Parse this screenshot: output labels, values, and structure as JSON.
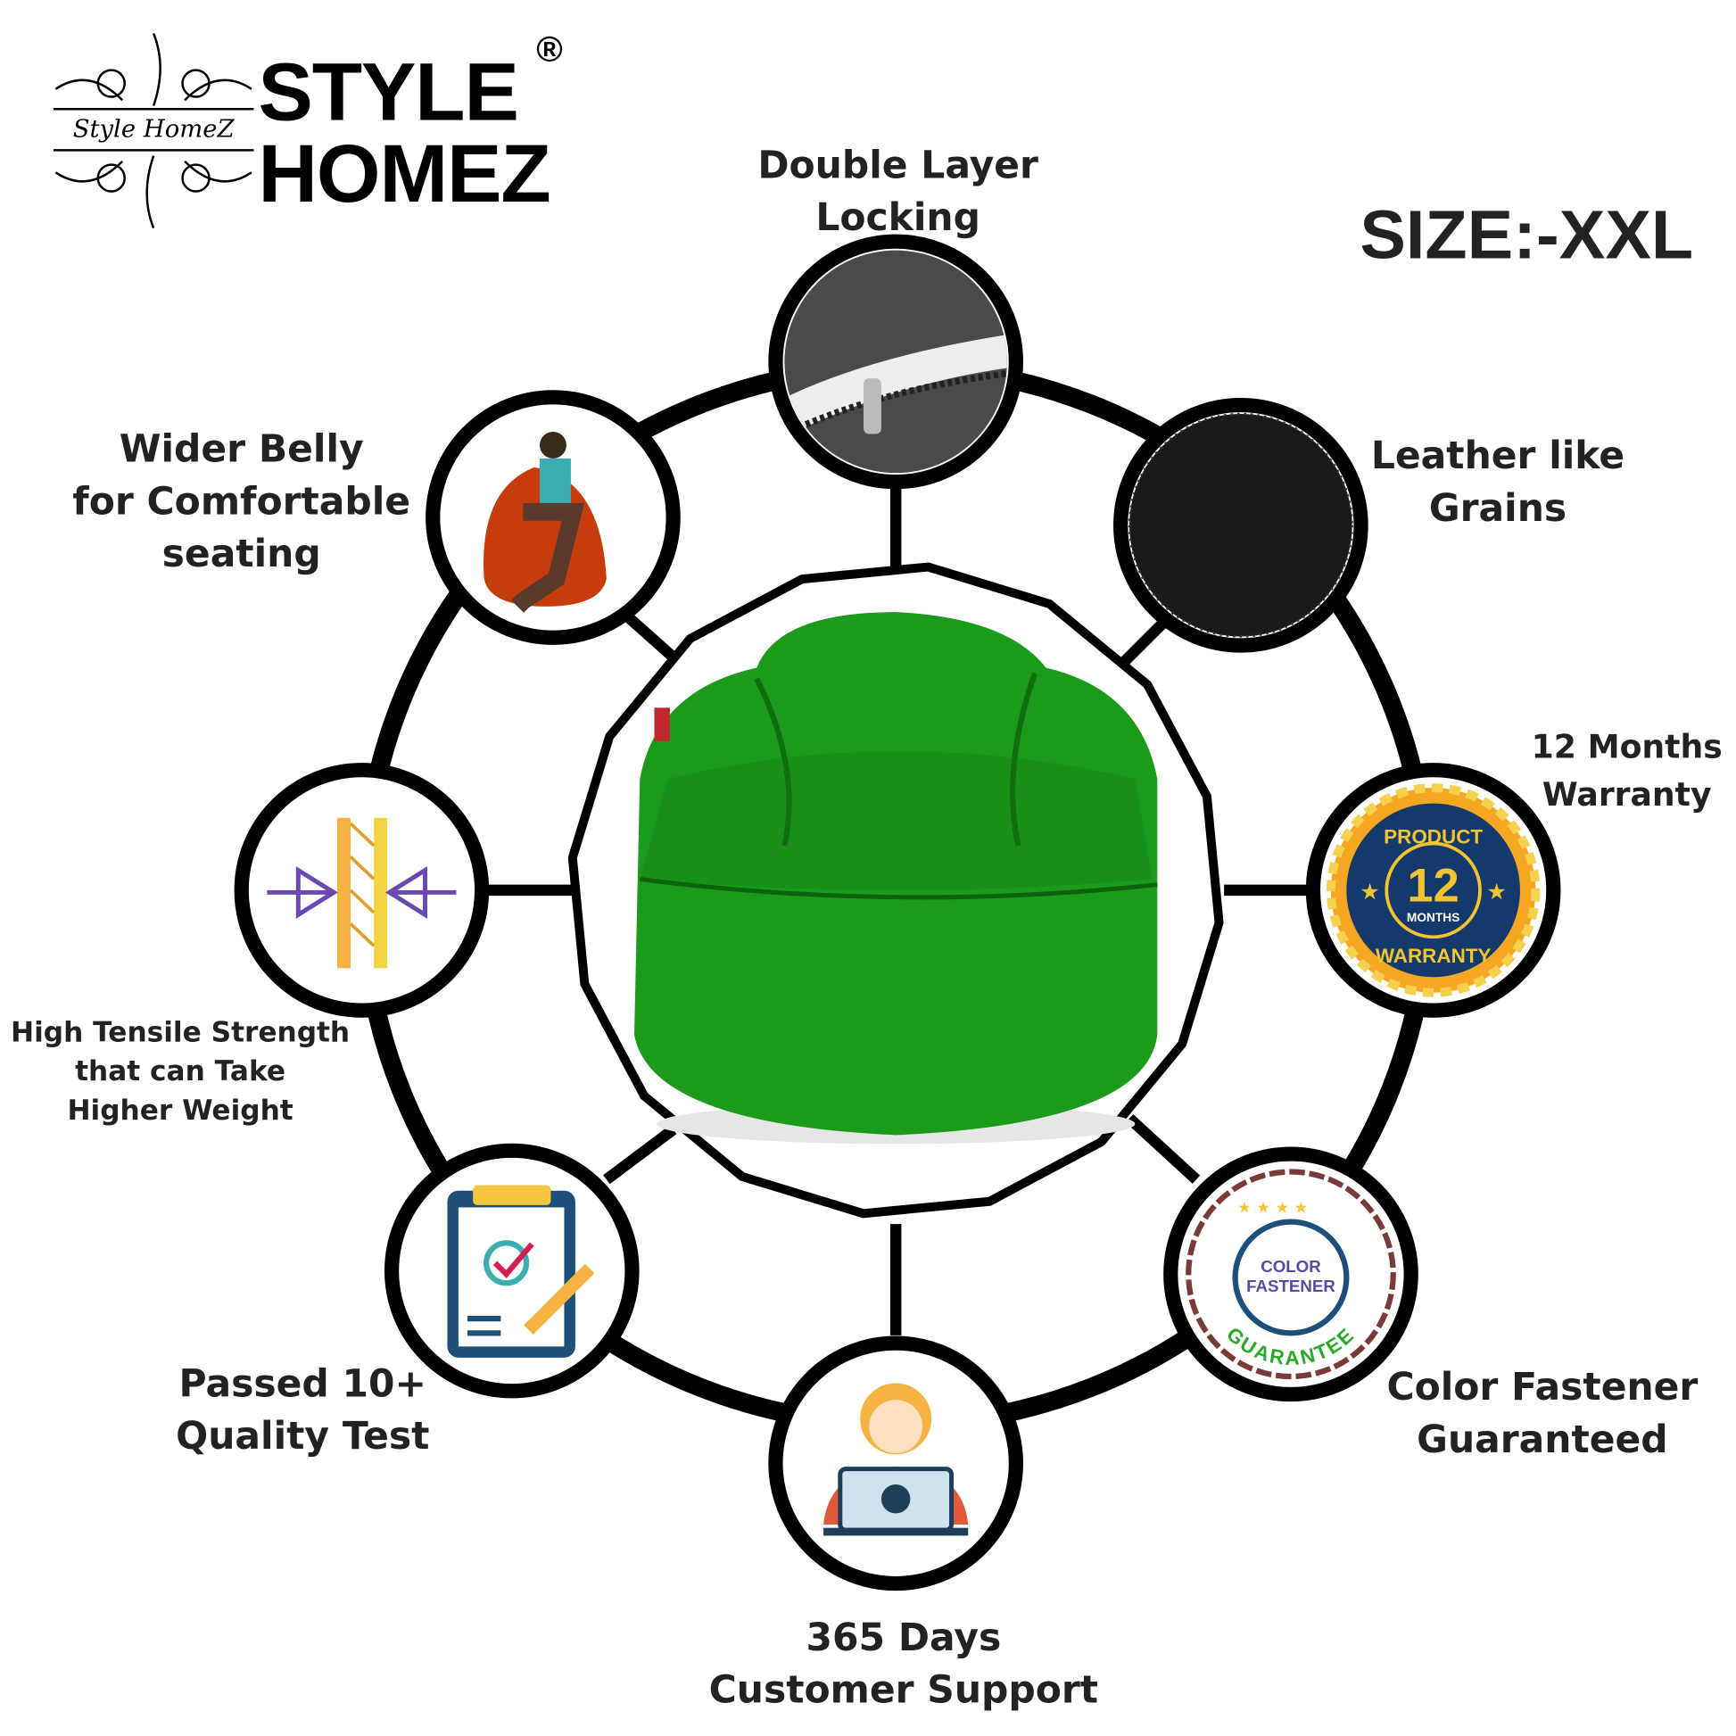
{
  "brand": {
    "line1": "STYLE",
    "line2": "HOMEZ",
    "registered": "®",
    "emblem_text": "Style HomeZ"
  },
  "size_label": "SIZE:-XXL",
  "features": {
    "top": [
      "Double Layer",
      "Locking"
    ],
    "top_left": [
      "Wider Belly",
      "for Comfortable",
      "seating"
    ],
    "top_right": [
      "Leather like",
      "Grains"
    ],
    "right": [
      "12 Months",
      "Warranty"
    ],
    "left": [
      "High Tensile Strength",
      "that can Take",
      "Higher Weight"
    ],
    "bottom_left": [
      "Passed 10+",
      "Quality Test"
    ],
    "bottom_right": [
      "Color Fastener",
      "Guaranteed"
    ],
    "bottom": [
      "365 Days",
      "Customer Support"
    ]
  },
  "warranty_badge": {
    "top": "PRODUCT",
    "number": "12",
    "unit": "MONTHS",
    "bottom": "WARRANTY"
  },
  "color_badge": {
    "line1": "COLOR",
    "line2": "FASTENER",
    "arc": "GUARANTEE"
  },
  "colors": {
    "product_green": "#1c9a1c",
    "badge_navy": "#143a6b",
    "badge_gold": "#f4c430",
    "ring": "#000000"
  }
}
